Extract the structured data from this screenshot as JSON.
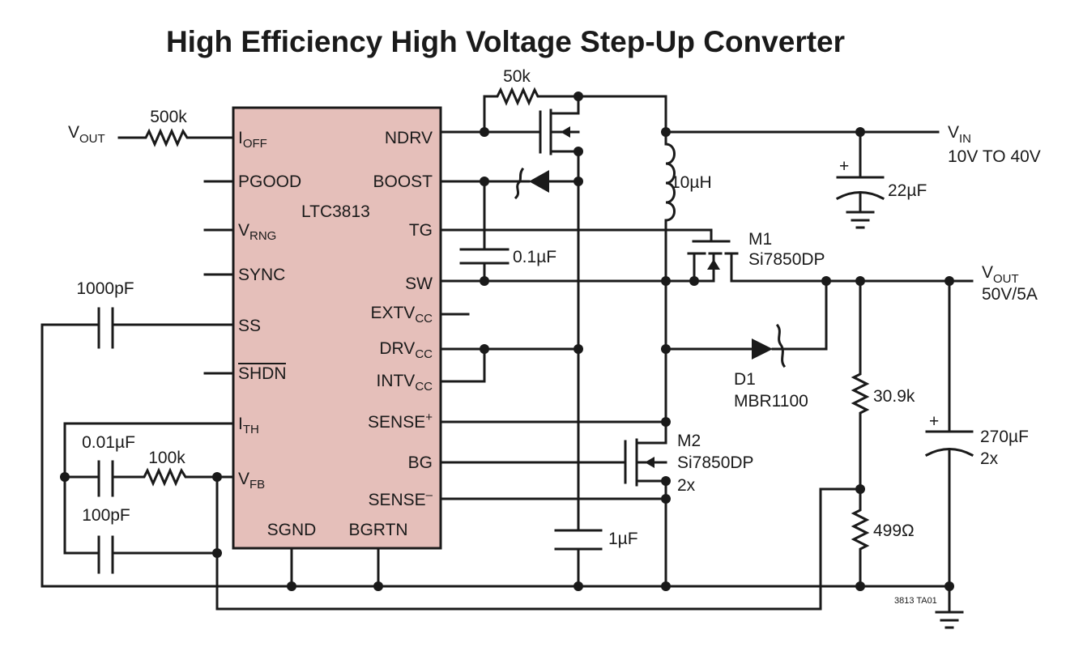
{
  "title": "High Efficiency High Voltage Step-Up Converter",
  "ic": {
    "name": "LTC3813",
    "fill": "#e5bfba",
    "left_pins": {
      "ioff": {
        "main": "I",
        "sub": "OFF"
      },
      "pgood": {
        "main": "PGOOD"
      },
      "vrng": {
        "main": "V",
        "sub": "RNG"
      },
      "sync": {
        "main": "SYNC"
      },
      "ss": {
        "main": "SS"
      },
      "shdn": {
        "main": "SHDN"
      },
      "ith": {
        "main": "I",
        "sub": "TH"
      },
      "vfb": {
        "main": "V",
        "sub": "FB"
      }
    },
    "right_pins": {
      "ndrv": {
        "main": "NDRV"
      },
      "boost": {
        "main": "BOOST"
      },
      "tg": {
        "main": "TG"
      },
      "sw": {
        "main": "SW"
      },
      "extvcc": {
        "main": "EXTV",
        "sub": "CC"
      },
      "drvcc": {
        "main": "DRV",
        "sub": "CC"
      },
      "intvcc": {
        "main": "INTV",
        "sub": "CC"
      },
      "sense_p": {
        "main": "SENSE",
        "sup": "+"
      },
      "bg": {
        "main": "BG"
      },
      "sense_n": {
        "main": "SENSE",
        "sup": "–"
      }
    },
    "bottom_pins": {
      "sgnd": "SGND",
      "bgrtn": "BGRTN"
    }
  },
  "components": {
    "r_500k": "500k",
    "r_50k": "50k",
    "l_10u": "10µH",
    "c_22u": "22µF",
    "c_0_1u": "0.1µF",
    "c_1000p": "1000pF",
    "c_0_01u": "0.01µF",
    "r_100k": "100k",
    "c_100p": "100pF",
    "c_1u": "1µF",
    "m1_name": "M1",
    "m1_part": "Si7850DP",
    "m2_name": "M2",
    "m2_part": "Si7850DP",
    "m2_count": "2x",
    "d1_name": "D1",
    "d1_part": "MBR1100",
    "r_30_9k": "30.9k",
    "r_499": "499Ω",
    "c_270u": "270µF",
    "c_270u_count": "2x",
    "plus_sign": "+"
  },
  "nets": {
    "vout_in_main": "V",
    "vout_in_sub": "OUT",
    "vin_main": "V",
    "vin_sub": "IN",
    "vin_range": "10V TO 40V",
    "vout_main": "V",
    "vout_sub": "OUT",
    "vout_rating": "50V/5A"
  },
  "figure_id": "3813 TA01"
}
